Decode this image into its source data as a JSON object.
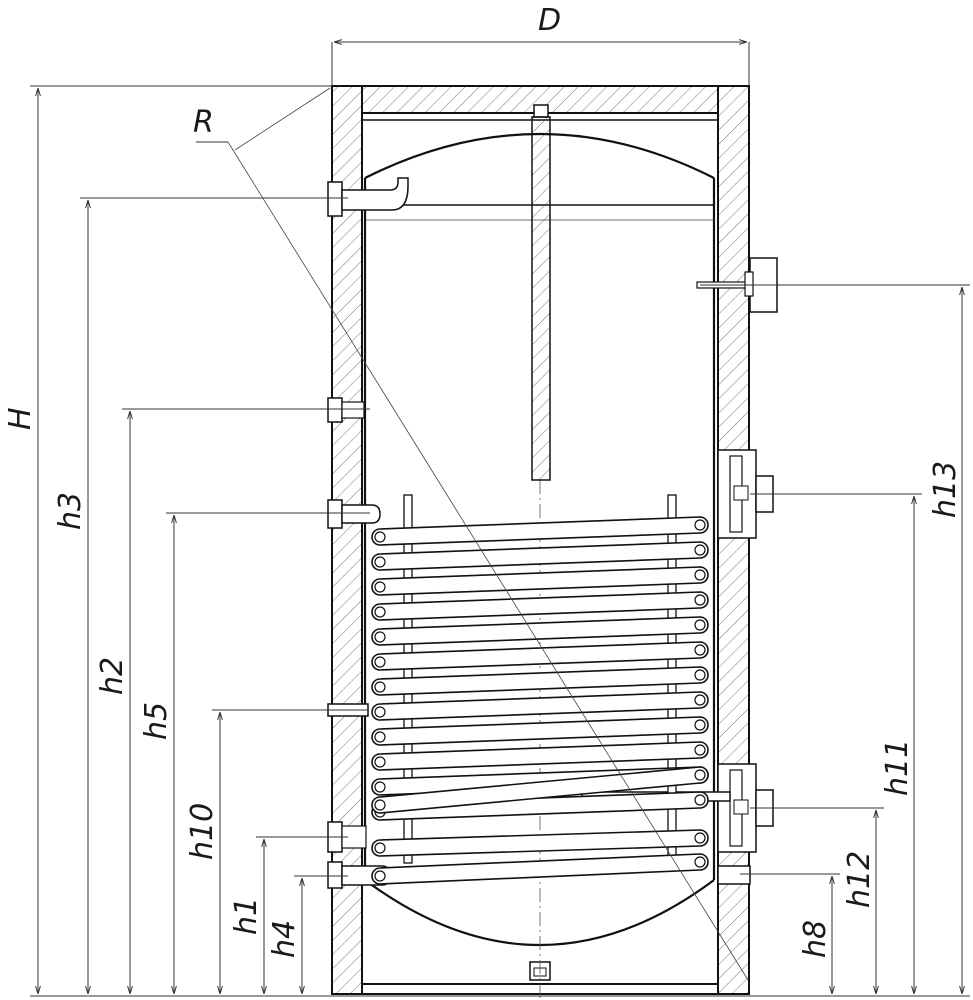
{
  "diagram": {
    "labels": {
      "D": "D",
      "R": "R",
      "H": "H",
      "h1": "h1",
      "h2": "h2",
      "h3": "h3",
      "h4": "h4",
      "h5": "h5",
      "h8": "h8",
      "h10": "h10",
      "h11": "h11",
      "h12": "h12",
      "h13": "h13"
    }
  }
}
